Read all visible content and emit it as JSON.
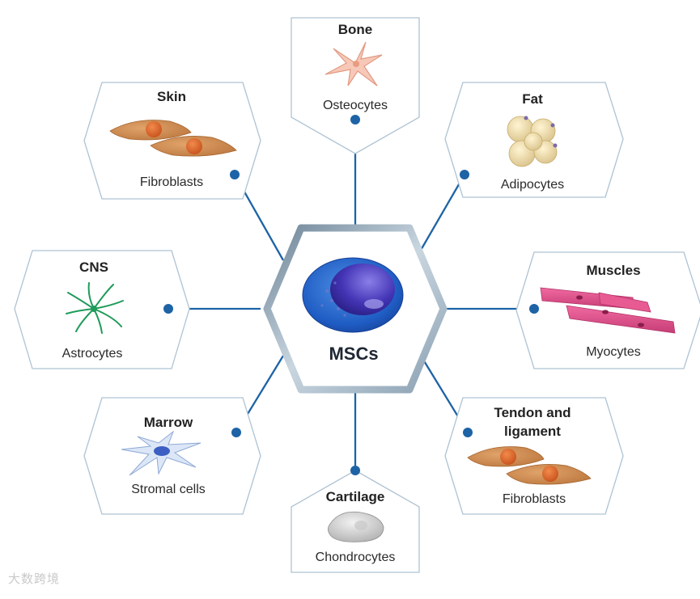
{
  "center": {
    "label": "MSCs"
  },
  "nodes": {
    "bone": {
      "title": "Bone",
      "cell": "Osteocytes"
    },
    "fat": {
      "title": "Fat",
      "cell": "Adipocytes"
    },
    "muscles": {
      "title": "Muscles",
      "cell": "Myocytes"
    },
    "tendon": {
      "title_line1": "Tendon and",
      "title_line2": "ligament",
      "cell": "Fibroblasts"
    },
    "cartilage": {
      "title": "Cartilage",
      "cell": "Chondrocytes"
    },
    "marrow": {
      "title": "Marrow",
      "cell": "Stromal cells"
    },
    "cns": {
      "title": "CNS",
      "cell": "Astrocytes"
    },
    "skin": {
      "title": "Skin",
      "cell": "Fibroblasts"
    }
  },
  "watermark": "大数跨境",
  "colors": {
    "connector": "#1d63a6",
    "hex_border": "#aec3d3",
    "center_border": "#7f95a8"
  }
}
